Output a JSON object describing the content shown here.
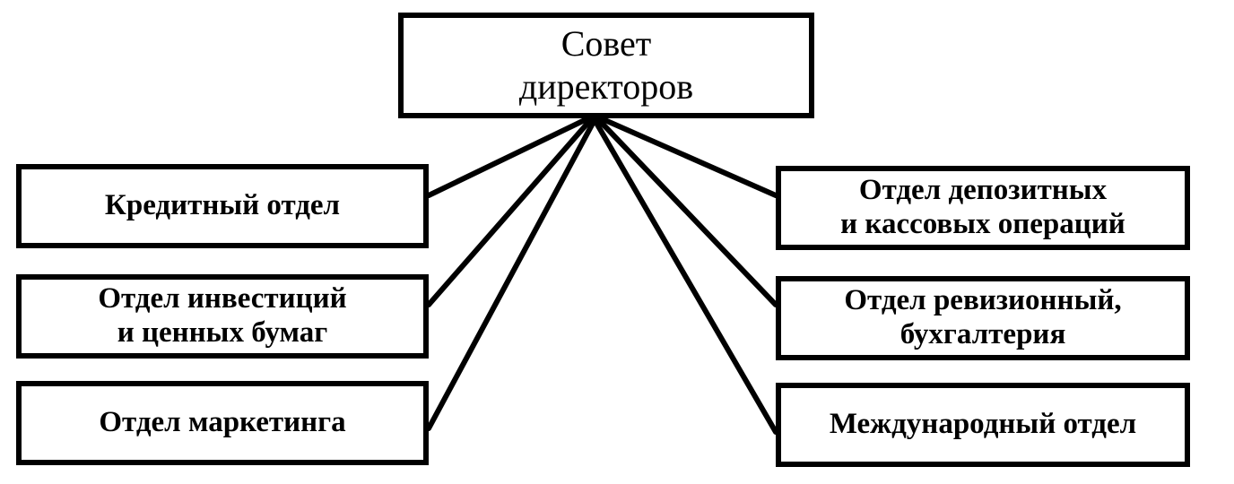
{
  "root": {
    "line1": "Совет",
    "line2": "директоров"
  },
  "left": [
    {
      "line1": "Кредитный отдел",
      "line2": ""
    },
    {
      "line1": "Отдел инвестиций",
      "line2": "и ценных бумаг"
    },
    {
      "line1": "Отдел маркетинга",
      "line2": ""
    }
  ],
  "right": [
    {
      "line1": "Отдел депозитных",
      "line2": "и кассовых операций"
    },
    {
      "line1": "Отдел ревизионный,",
      "line2": "бухгалтерия"
    },
    {
      "line1": "Международный отдел",
      "line2": ""
    }
  ],
  "colors": {
    "line": "#000000",
    "box_border": "#000000",
    "background": "#ffffff"
  }
}
